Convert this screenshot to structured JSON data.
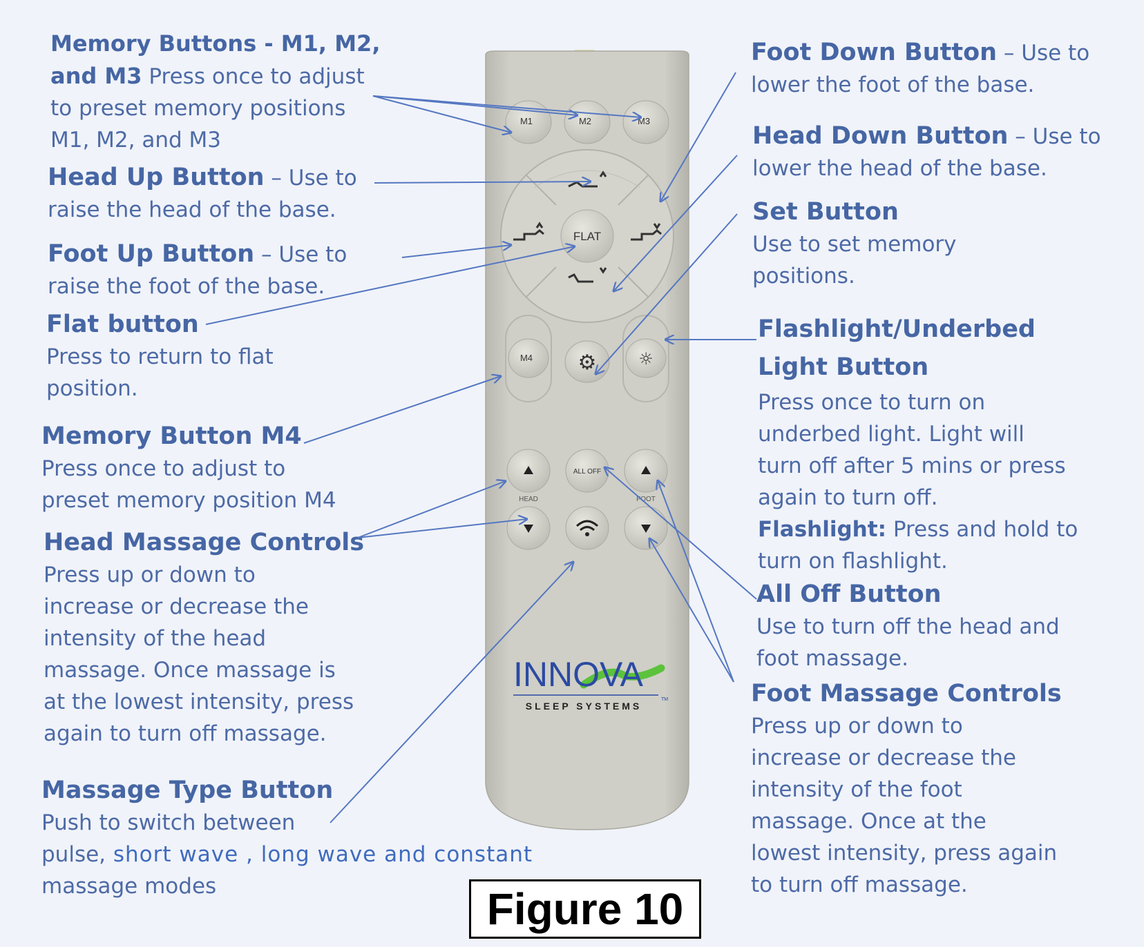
{
  "figure_caption": "Figure 10",
  "brand": {
    "name": "INNOVA",
    "sub": "SLEEP SYSTEMS",
    "tm": "TM"
  },
  "remote_buttons": {
    "m1": "M1",
    "m2": "M2",
    "m3": "M3",
    "m4": "M4",
    "flat": "FLAT",
    "all_off": "ALL OFF",
    "head_label": "HEAD",
    "foot_label": "FOOT"
  },
  "annotations": {
    "memory": {
      "title": "Memory Buttons -  M1, M2,",
      "title2": "and M3",
      "body_a": " Press once to adjust",
      "body_b": "to preset memory positions",
      "body_c": "M1, M2, and M3"
    },
    "head_up": {
      "title": "Head Up Button",
      "body_a": " – Use to",
      "body_b": "raise the head of the base."
    },
    "foot_up": {
      "title": "Foot Up Button",
      "body_a": " – Use to",
      "body_b": "raise the foot of the base."
    },
    "flat": {
      "title": "Flat button",
      "body_a": "Press to return to flat",
      "body_b": "position."
    },
    "memory_m4": {
      "title": "Memory Button M4",
      "body_a": "Press once to adjust to",
      "body_b": "preset memory position M4"
    },
    "head_massage": {
      "title": "Head Massage Controls",
      "lines": [
        "Press up or down to",
        "increase or decrease the",
        "intensity of the head",
        "massage.  Once massage is",
        "at the lowest intensity, press",
        "again to turn off massage."
      ]
    },
    "massage_type": {
      "title": "Massage Type Button",
      "body_a": "Push to switch between",
      "body_b": "pulse,",
      "body_b2": " short wave , long wave and constant",
      "body_c": "massage modes"
    },
    "foot_down": {
      "title": "Foot Down Button",
      "body_a": " – Use to",
      "body_b": "lower the foot of the base."
    },
    "head_down": {
      "title": "Head Down Button",
      "body_a": " – Use to",
      "body_b": "lower the head of the base."
    },
    "set": {
      "title": "Set Button",
      "body_a": "Use to set memory",
      "body_b": "positions."
    },
    "flashlight": {
      "title": "Flashlight/Underbed",
      "title2": "Light Button",
      "lines": [
        "Press once to turn on",
        "underbed light.  Light will",
        "turn off after 5 mins or press",
        "again to turn off."
      ],
      "sub_title": "Flashlight:",
      "sub_a": " Press and hold to",
      "sub_b": "turn on flashlight."
    },
    "all_off": {
      "title": "All Off Button",
      "body_a": "Use to turn off the head and",
      "body_b": "foot massage."
    },
    "foot_massage": {
      "title": "Foot Massage Controls",
      "lines": [
        "Press up or down to",
        "increase or decrease the",
        "intensity of the foot",
        "massage.  Once at the",
        "lowest intensity, press again",
        "to turn off massage."
      ]
    }
  },
  "colors": {
    "label_text": "#4d6aa6",
    "arrow": "#5577c2",
    "remote_body": "#c9c9c1",
    "logo_blue": "#2c4aa3",
    "logo_green": "#5cc23c"
  }
}
